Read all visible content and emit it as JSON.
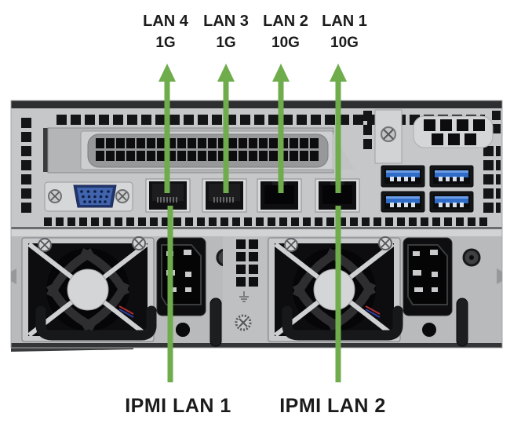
{
  "figure": {
    "colors": {
      "arrow_green": "#6fac4c",
      "label_text": "#1b1b1b"
    },
    "ports_top": [
      {
        "label": "LAN 4",
        "speed": "1G"
      },
      {
        "label": "LAN 3",
        "speed": "1G"
      },
      {
        "label": "LAN 2",
        "speed": "10G"
      },
      {
        "label": "LAN 1",
        "speed": "10G"
      }
    ],
    "ports_bottom": [
      {
        "label": "IPMI LAN 1"
      },
      {
        "label": "IPMI LAN 2"
      }
    ]
  }
}
